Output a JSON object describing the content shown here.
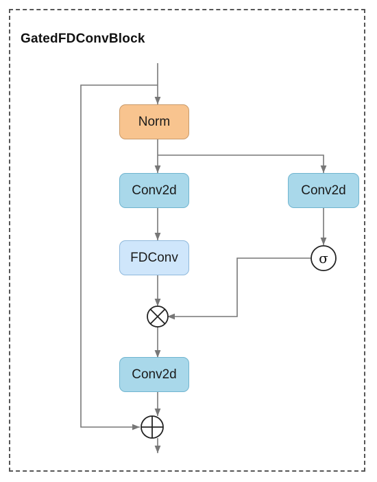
{
  "diagram": {
    "title": "GatedFDConvBlock",
    "nodes": {
      "norm": "Norm",
      "conv_left_1": "Conv2d",
      "conv_right": "Conv2d",
      "fdconv": "FDConv",
      "conv_left_2": "Conv2d",
      "sigmoid": "σ"
    },
    "operators": {
      "multiply": "⊗",
      "add": "⊕"
    },
    "colors": {
      "norm": "#f8c48f",
      "conv": "#a9d8ea",
      "fdconv": "#cfe6fb",
      "line": "#777777",
      "border": "#555555"
    }
  }
}
